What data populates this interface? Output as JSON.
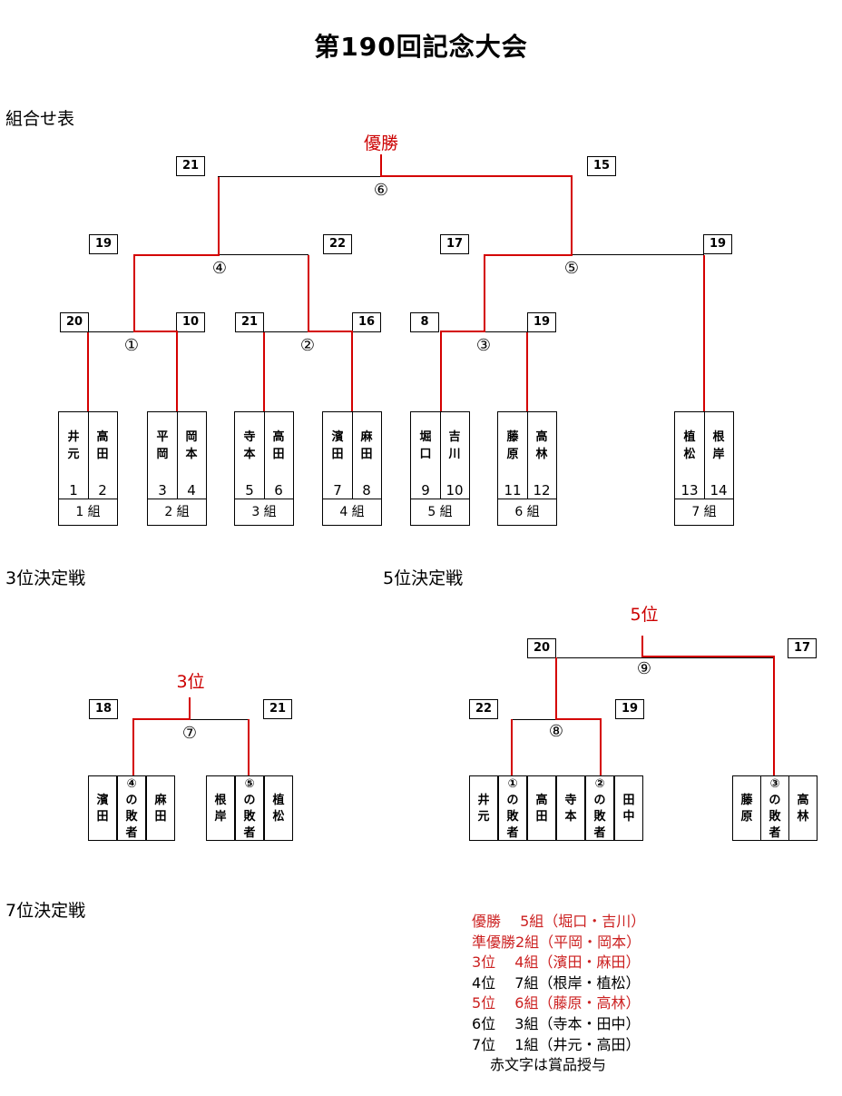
{
  "title": "第190回記念大会",
  "sections": {
    "bracket": "組合せ表",
    "third_place": "3位決定戦",
    "fifth_place": "5位決定戦",
    "seventh_place": "7位決定戦"
  },
  "labels": {
    "champion": "優勝",
    "third": "3位",
    "fifth": "5位"
  },
  "teams": [
    {
      "name1": "井元",
      "name2": "高田",
      "num1": "1",
      "num2": "2",
      "group": "1 組"
    },
    {
      "name1": "平岡",
      "name2": "岡本",
      "num1": "3",
      "num2": "4",
      "group": "2 組"
    },
    {
      "name1": "寺本",
      "name2": "高田",
      "num1": "5",
      "num2": "6",
      "group": "3 組"
    },
    {
      "name1": "濱田",
      "name2": "麻田",
      "num1": "7",
      "num2": "8",
      "group": "4 組"
    },
    {
      "name1": "堀口",
      "name2": "吉川",
      "num1": "9",
      "num2": "10",
      "group": "5 組"
    },
    {
      "name1": "藤原",
      "name2": "高林",
      "num1": "11",
      "num2": "12",
      "group": "6 組"
    },
    {
      "name1": "植松",
      "name2": "根岸",
      "num1": "13",
      "num2": "14",
      "group": "7 組"
    }
  ],
  "main_scores": {
    "m1_left": "20",
    "m1_right": "10",
    "m2_left": "21",
    "m2_right": "16",
    "m3_left": "8",
    "m3_right": "19",
    "m4_left": "19",
    "m4_right": "22",
    "m5_left": "17",
    "m5_right": "19",
    "m6_left": "21",
    "m6_right": "15"
  },
  "match_numbers": [
    "①",
    "②",
    "③",
    "④",
    "⑤",
    "⑥",
    "⑦",
    "⑧",
    "⑨"
  ],
  "third_place": {
    "score_left": "18",
    "score_right": "21",
    "cells": [
      "濱田",
      "④の敗者",
      "麻田",
      "根岸",
      "⑤の敗者",
      "植松"
    ]
  },
  "fifth_place": {
    "m8_left": "22",
    "m8_right": "19",
    "m9_left": "20",
    "m9_right": "17",
    "cells": [
      "井元",
      "①の敗者",
      "高田",
      "寺本",
      "②の敗者",
      "田中",
      "藤原",
      "③の敗者",
      "高林"
    ]
  },
  "results": [
    {
      "text": "優勝　 5組（堀口・吉川）",
      "color": "#cc2222"
    },
    {
      "text": "準優勝2組（平岡・岡本）",
      "color": "#cc2222"
    },
    {
      "text": "3位　 4組（濱田・麻田）",
      "color": "#cc2222"
    },
    {
      "text": "4位　 7組（根岸・植松）",
      "color": "#000000"
    },
    {
      "text": "5位　 6組（藤原・高林）",
      "color": "#cc2222"
    },
    {
      "text": "6位　 3組（寺本・田中）",
      "color": "#000000"
    },
    {
      "text": "7位　 1組（井元・高田）",
      "color": "#000000"
    }
  ],
  "note": "赤文字は賞品授与",
  "colors": {
    "winner_line": "#d40000",
    "label_red": "#cc0000",
    "line": "#000000"
  }
}
